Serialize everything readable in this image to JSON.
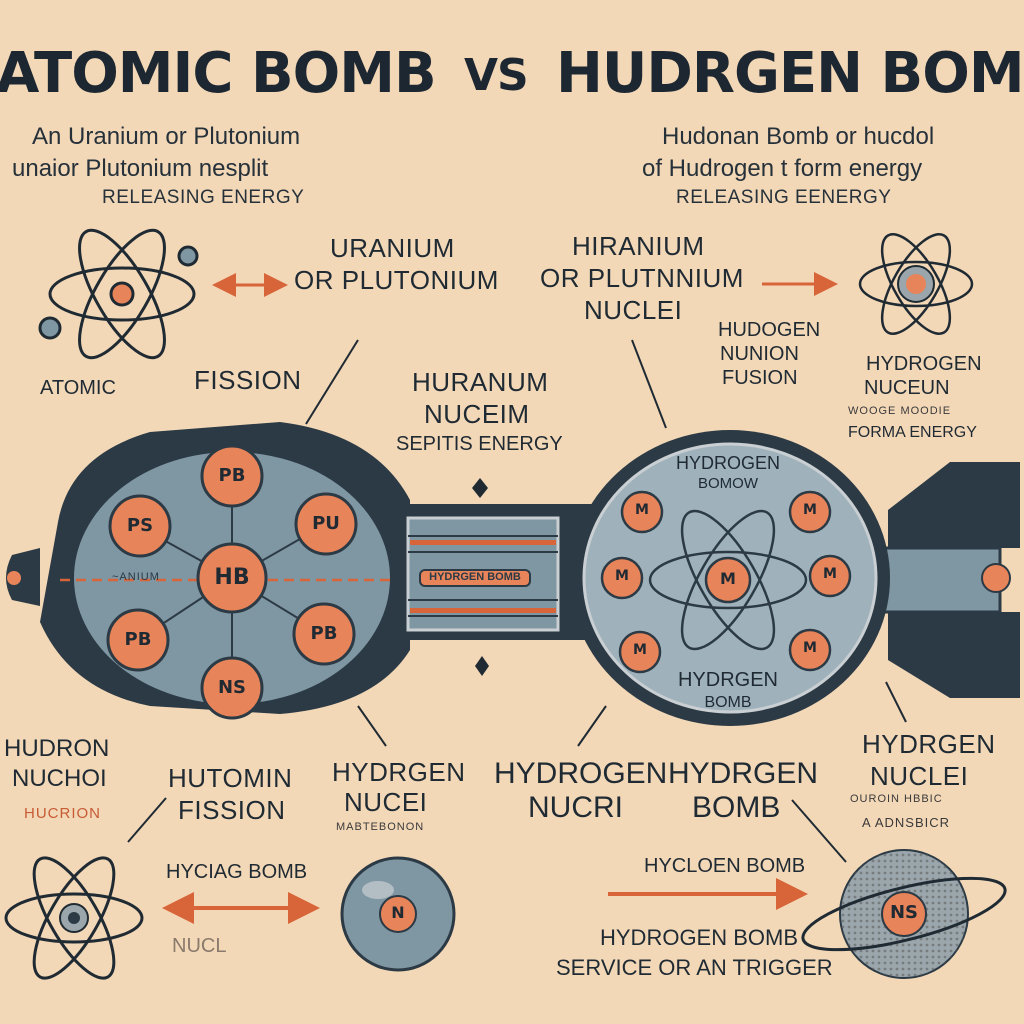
{
  "title": {
    "left": "ATOMIC BOMB",
    "vs": "VS",
    "right": "HUDRGEN BOMB"
  },
  "intro_left": {
    "line1": "An Uranium or Plutonium",
    "line2": "unaior Plutonium nesplit",
    "line3": "RELEASING ENERGY"
  },
  "intro_right": {
    "line1": "Hudonan Bomb or hucdol",
    "line2": "of Hudrogen t form energy",
    "line3": "RELEASING EENERGY"
  },
  "labels": {
    "uranium_top": [
      "URANIUM",
      "OR PLUTONIUM"
    ],
    "hiranium_top": [
      "HIRANIUM",
      "OR PLUTNNIUM",
      "NUCLEI"
    ],
    "atomic": "ATOMIC",
    "fission": "FISSION",
    "huranum_nuceim": [
      "HURANUM",
      "NUCEIM"
    ],
    "sepitis_energy": "SEPITIS ENERGY",
    "hudogen_nunion": [
      "HUDOGEN",
      "NUNION",
      "FUSION"
    ],
    "hydrogen_nuceun": [
      "HYDROGEN",
      "NUCEUN"
    ],
    "wooge_moodie": "WOOGE MOODIE",
    "forma_energy": "FORMA ENERGY",
    "hudron_nuchoi": [
      "HUDRON",
      "NUCHOI"
    ],
    "hucrion": "HUCRION",
    "hutomin_fission": [
      "HUTOMIN",
      "FISSION"
    ],
    "hydrgen_nucei": [
      "HYDRGEN",
      "NUCEI"
    ],
    "mabtebonon": "MABTEBONON",
    "hydrogen_nucri": [
      "HYDROGEN",
      "NUCRI"
    ],
    "hydrgen_bomb": [
      "HYDRGEN",
      "BOMB"
    ],
    "hydrgen_nuclei_right": [
      "HYDRGEN",
      "NUCLEI"
    ],
    "ouroin_hbbic": "OUROIN HBBIC",
    "a_adnsbicr": "A ADNSBICR",
    "hyciag_bomb": "HYCIAG BOMB",
    "nucl": "NUCL",
    "hycloen_bomb": "HYCLOEN BOMB",
    "hydrogen_bomb_trigger": [
      "HYDROGEN BOMB",
      "SERVICE OR AN TRIGGER"
    ],
    "left_axis": "~ANIUM"
  },
  "device": {
    "left_nuclei": [
      "PB",
      "PS",
      "PU",
      "HB",
      "PB",
      "PB",
      "NS"
    ],
    "core_text": "HYDRGEN BOMB",
    "right_title": [
      "HYDROGEN",
      "BOMOW"
    ],
    "right_bottom": [
      "HYDRGEN",
      "BOMB"
    ],
    "right_nuclei": [
      "M",
      "M",
      "M",
      "M",
      "M",
      "M"
    ],
    "right_center": "M",
    "small_nucleus": "N",
    "hatched_nucleus": "NS"
  },
  "colors": {
    "background": "#f3d8b8",
    "ink": "#1f2a33",
    "nucleus": "#e8845a",
    "casing": "#7f96a3",
    "casing_dark": "#2b3a44",
    "accent": "#d8643a"
  }
}
